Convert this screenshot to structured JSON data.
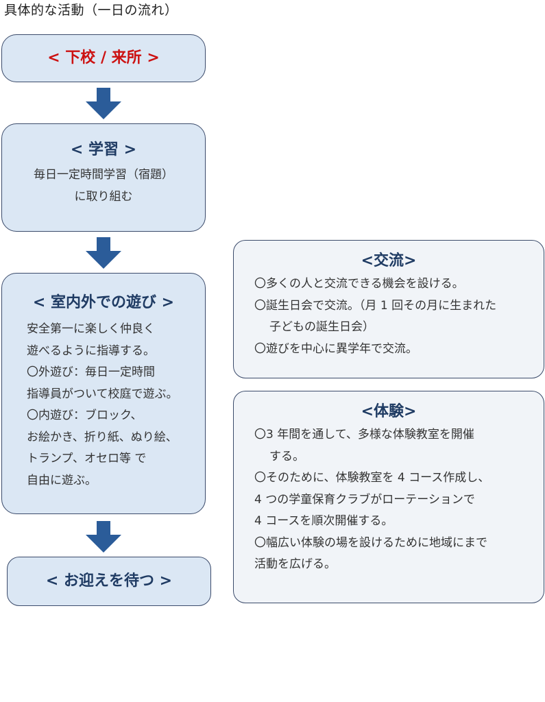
{
  "page_title": "具体的な活動（一日の流れ）",
  "colors": {
    "box_fill": "#dbe7f4",
    "side_fill": "#f1f4f8",
    "border": "#3a4a6a",
    "title_text": "#1f3b63",
    "arrow": "#2b5c99",
    "first_title": "#cc1111"
  },
  "flow": {
    "step1": {
      "title": "< 下校 / 来所 >"
    },
    "step2": {
      "title": "< 学習 >",
      "lines": [
        "毎日一定時間学習（宿題）",
        "に取り組む"
      ]
    },
    "step3": {
      "title": "< 室内外での遊び >",
      "lines": [
        "安全第一に楽しく仲良く",
        "遊べるように指導する。",
        "〇外遊び：毎日一定時間",
        "指導員がついて校庭で遊ぶ。",
        "〇内遊び：ブロック、",
        "お絵かき、折り紙、ぬり絵、",
        "トランプ、オセロ等 で",
        "自由に遊ぶ。"
      ]
    },
    "step4": {
      "title": "< お迎えを待つ >"
    }
  },
  "exchange": {
    "title": "<交流>",
    "lines": [
      "〇多くの人と交流できる機会を設ける。",
      "〇誕生日会で交流。（月 1 回その月に生まれた",
      "子どもの誕生日会）",
      "〇遊びを中心に異学年で交流。"
    ]
  },
  "experience": {
    "title": "<体験>",
    "lines": [
      "〇3 年間を通して、多様な体験教室を開催",
      "する。",
      "〇そのために、体験教室を 4 コース作成し、",
      "4 つの学童保育クラブがローテーションで",
      "4 コースを順次開催する。",
      "〇幅広い体験の場を設けるために地域にまで",
      "活動を広げる。"
    ]
  }
}
